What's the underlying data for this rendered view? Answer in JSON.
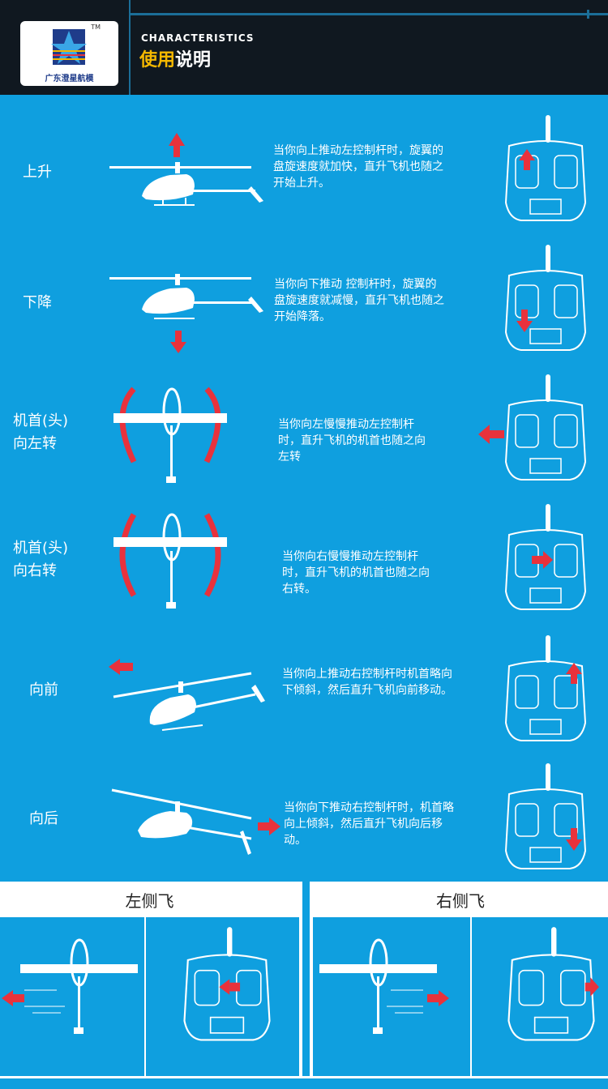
{
  "header": {
    "logo_tm": "TM",
    "logo_name": "广东澄星航模",
    "title_en": "CHARACTERISTICS",
    "title_cn_highlight": "使用",
    "title_cn_rest": "说明"
  },
  "rows": [
    {
      "label": [
        "上升"
      ],
      "desc": "当你向上推动左控制杆时，旋翼的盘旋速度就加快，直升飞机也随之开始上升。",
      "stick": "left",
      "dir": "up"
    },
    {
      "label": [
        "下降"
      ],
      "desc": "当你向下推动 控制杆时，旋翼的盘旋速度就减慢，直升飞机也随之开始降落。",
      "stick": "left",
      "dir": "down"
    },
    {
      "label": [
        "机首(头)",
        "向左转"
      ],
      "desc": "当你向左慢慢推动左控制杆时，直升飞机的机首也随之向左转",
      "stick": "left",
      "dir": "left"
    },
    {
      "label": [
        "机首(头)",
        "向右转"
      ],
      "desc": "当你向右慢慢推动左控制杆时，直升飞机的机首也随之向右转。",
      "stick": "left",
      "dir": "right"
    },
    {
      "label": [
        "向前"
      ],
      "desc": "当你向上推动右控制杆时机首略向下倾斜，然后直升飞机向前移动。",
      "stick": "right",
      "dir": "up"
    },
    {
      "label": [
        "向后"
      ],
      "desc": "当你向下推动右控制杆时，机首略向上倾斜，然后直升飞机向后移动。",
      "stick": "right",
      "dir": "down"
    }
  ],
  "side": {
    "left_title": "左侧飞",
    "right_title": "右侧飞"
  },
  "colors": {
    "background": "#0f9fdf",
    "header": "#101820",
    "arrow": "#e8323c",
    "accent": "#f5b800"
  }
}
